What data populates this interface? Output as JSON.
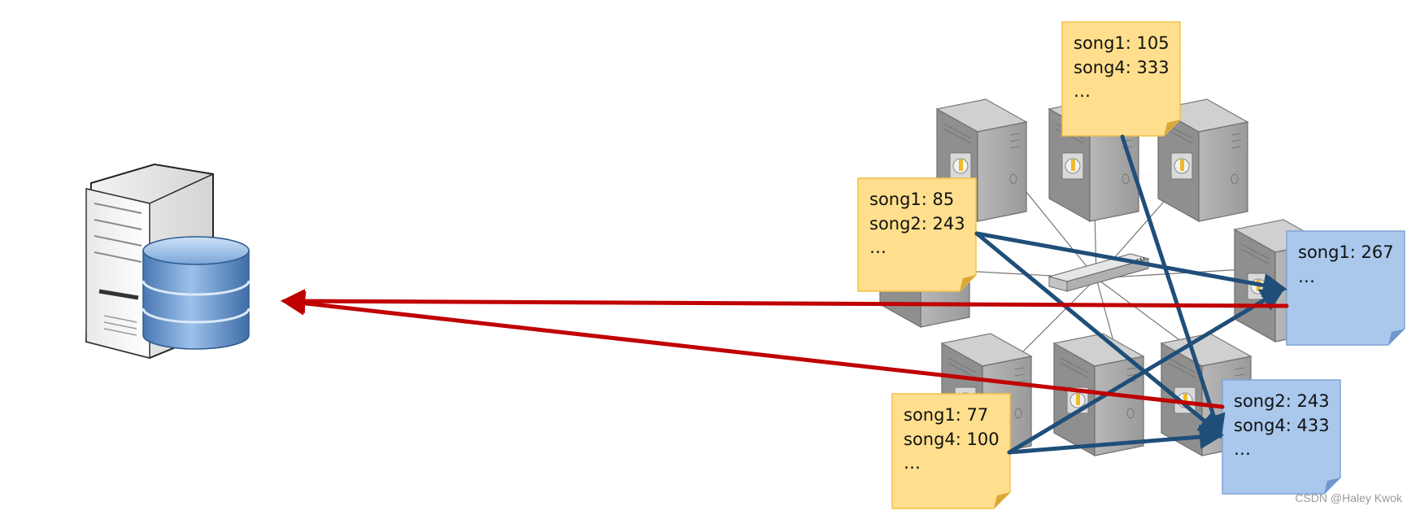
{
  "colors": {
    "yellow_note_fill": "#ffdf8e",
    "yellow_note_border": "#f0c24a",
    "blue_note_fill": "#a9c8ec",
    "blue_note_border": "#7fa6d6",
    "shuffle_arrow": "#1f4e79",
    "result_arrow": "#c00000",
    "computer_gray": "#a6a6a6"
  },
  "client": {
    "icons": [
      "server-tower-icon",
      "database-icon"
    ]
  },
  "cluster": {
    "icons": [
      "computer-icon",
      "network-switch-icon"
    ]
  },
  "notes": [
    {
      "id": "map-top",
      "kind": "yellow",
      "lines": [
        "song1: 105",
        "song4: 333",
        "…"
      ]
    },
    {
      "id": "map-left",
      "kind": "yellow",
      "lines": [
        "song1: 85",
        "song2: 243",
        "…"
      ]
    },
    {
      "id": "map-bottom",
      "kind": "yellow",
      "lines": [
        "song1: 77",
        "song4: 100",
        "…"
      ]
    },
    {
      "id": "reduce-right",
      "kind": "blue",
      "lines": [
        "song1: 267",
        "…"
      ]
    },
    {
      "id": "reduce-bottom",
      "kind": "blue",
      "lines": [
        "song2: 243",
        "song4: 433",
        "…"
      ]
    }
  ],
  "arrows": [
    {
      "kind": "shuffle",
      "from": "map-left",
      "to": "reduce-right"
    },
    {
      "kind": "shuffle",
      "from": "map-left",
      "to": "reduce-bottom"
    },
    {
      "kind": "shuffle",
      "from": "map-top",
      "to": "reduce-bottom"
    },
    {
      "kind": "shuffle",
      "from": "map-bottom",
      "to": "reduce-right"
    },
    {
      "kind": "shuffle",
      "from": "map-bottom",
      "to": "reduce-bottom"
    },
    {
      "kind": "result",
      "from": "reduce-right",
      "to": "client"
    },
    {
      "kind": "result",
      "from": "reduce-bottom",
      "to": "client"
    }
  ],
  "watermark": "CSDN @Haley Kwok"
}
